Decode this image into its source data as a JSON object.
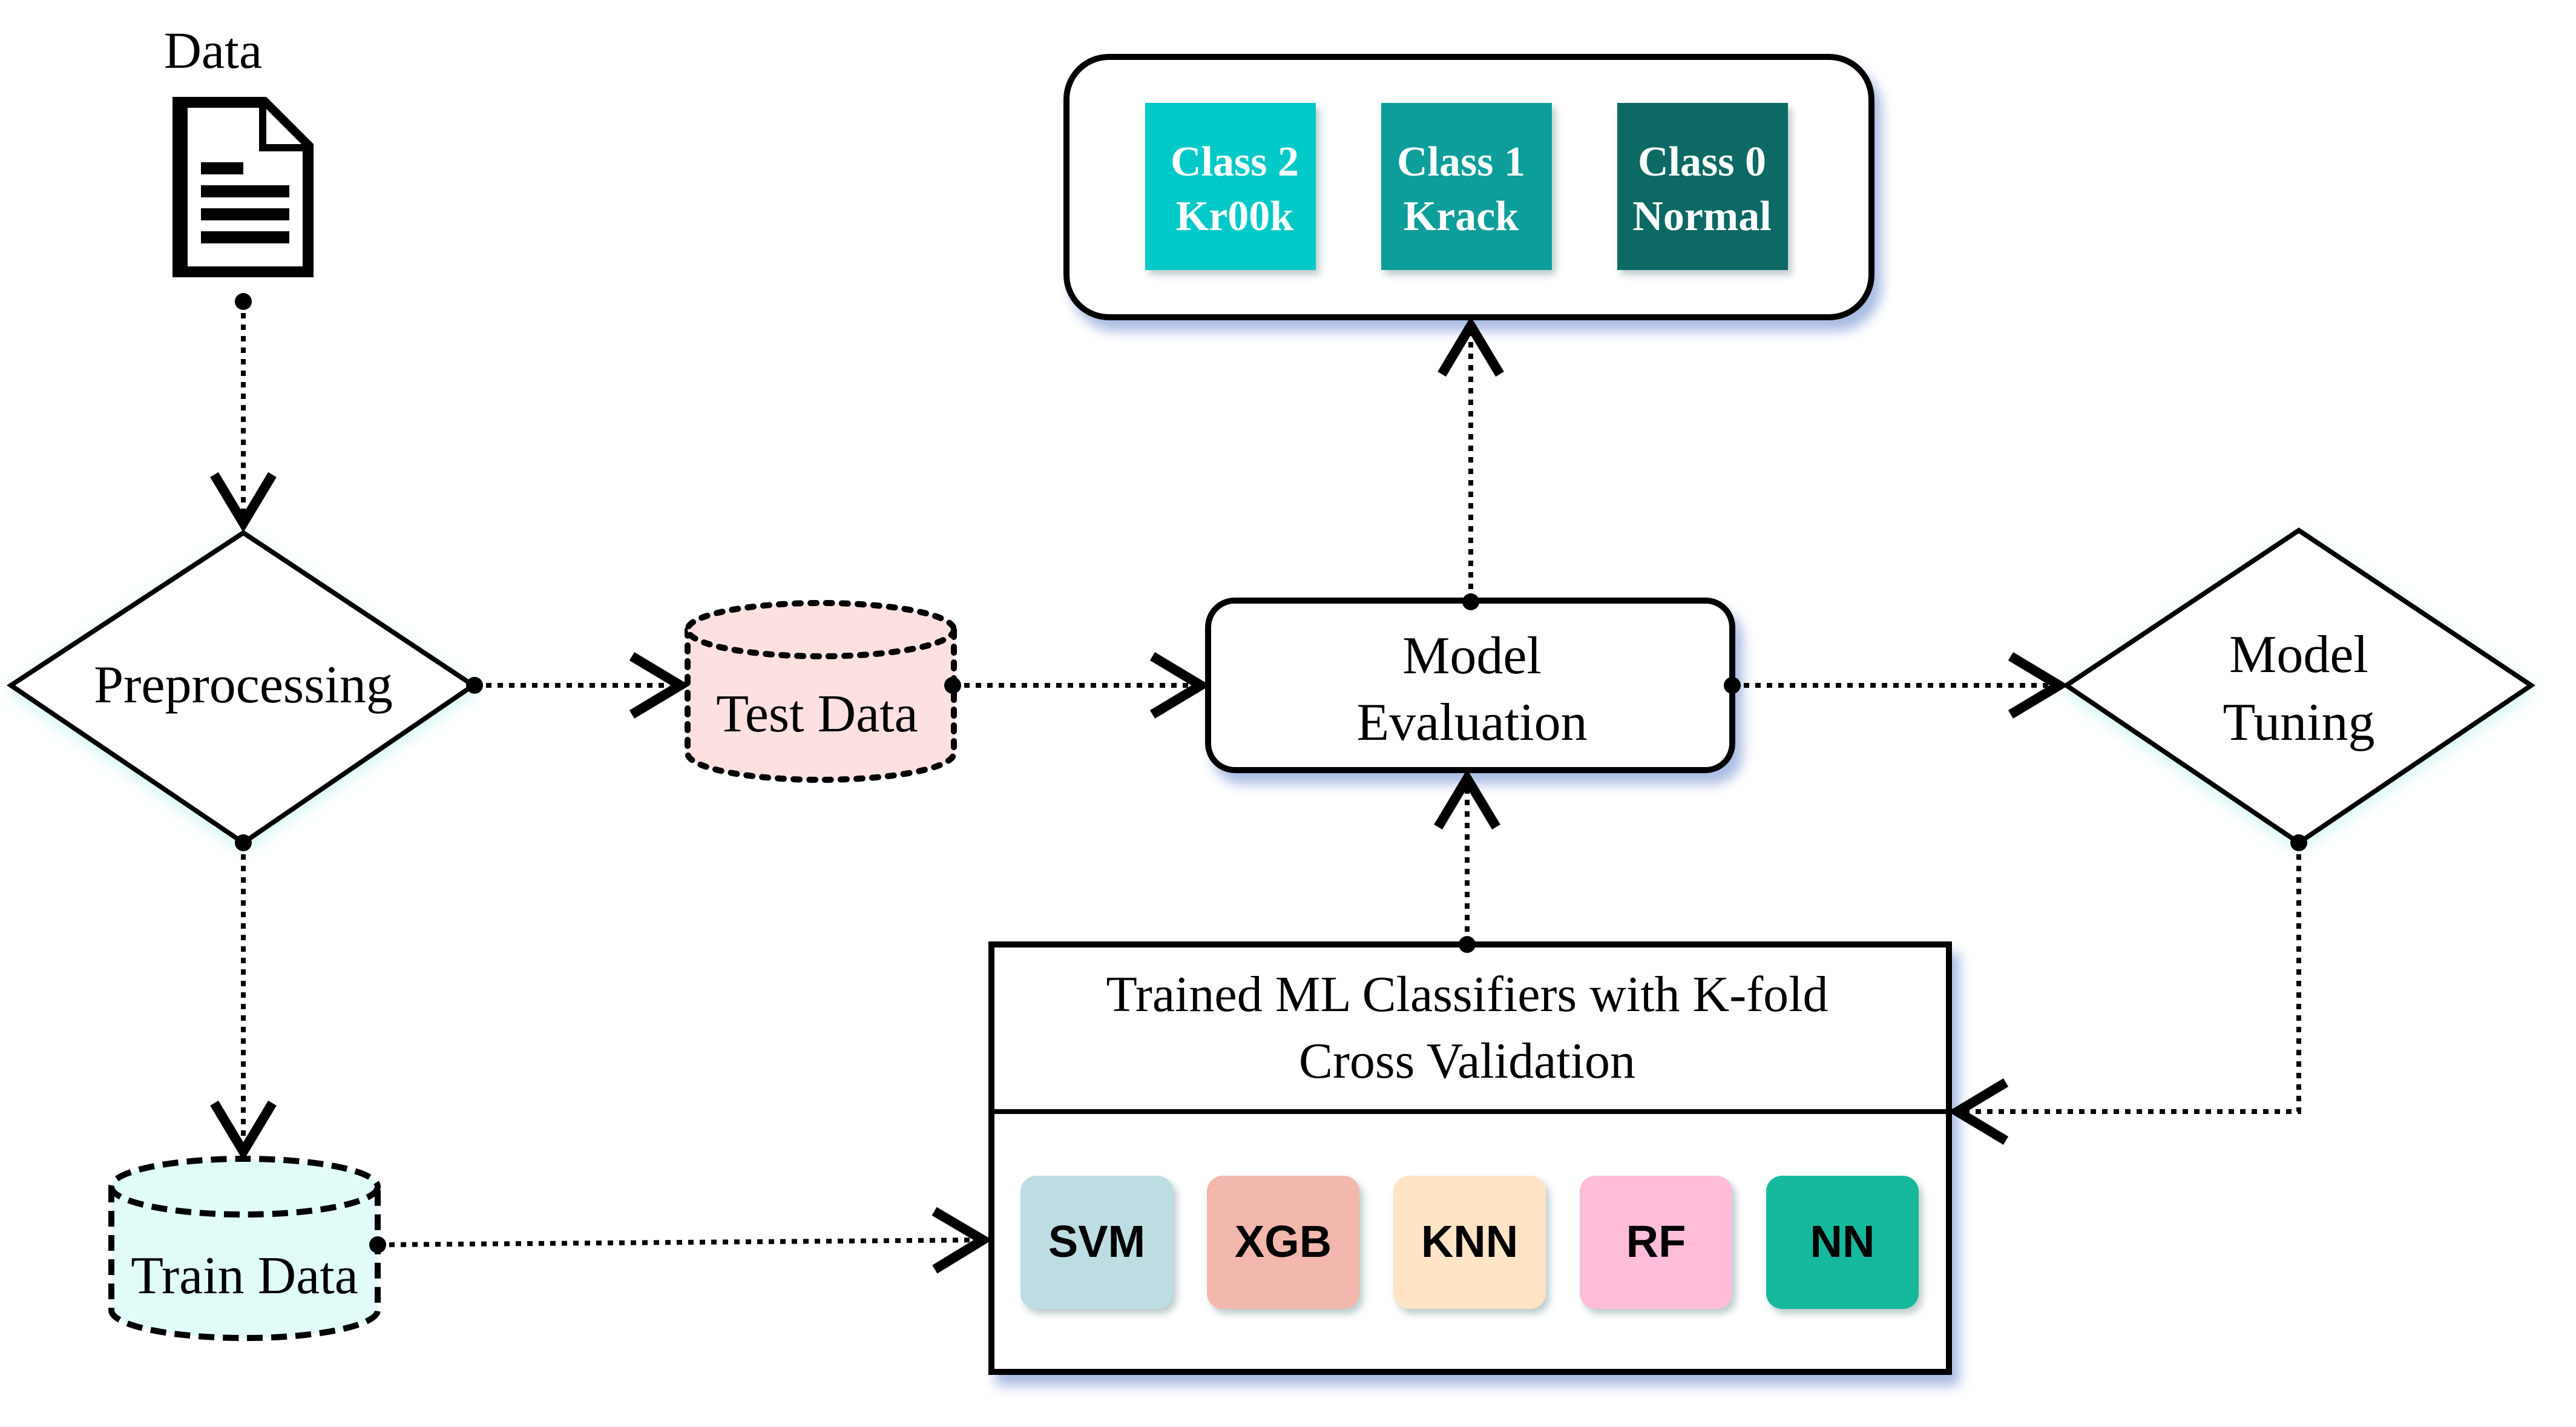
{
  "data_label": "Data",
  "nodes": {
    "preprocessing": "Preprocessing",
    "test_data": "Test Data",
    "train_data": "Train Data",
    "model_evaluation": [
      "Model",
      "Evaluation"
    ],
    "model_tuning": [
      "Model",
      "Tuning"
    ],
    "trained_classifiers": [
      "Trained ML Classifiers with K-fold",
      "Cross Validation"
    ]
  },
  "classes": [
    {
      "line1": "Class 2",
      "line2": "Kr00k",
      "color": "#00C9C8"
    },
    {
      "line1": "Class 1",
      "line2": "Krack",
      "color": "#0E9E9A"
    },
    {
      "line1": "Class 0",
      "line2": "Normal",
      "color": "#0A6963"
    }
  ],
  "classifiers": [
    {
      "label": "SVM",
      "color": "#BEDDE2"
    },
    {
      "label": "XGB",
      "color": "#F2B7AD"
    },
    {
      "label": "KNN",
      "color": "#FFE4C6"
    },
    {
      "label": "RF",
      "color": "#FFBDD9"
    },
    {
      "label": "NN",
      "color": "#12B99C"
    }
  ],
  "colors": {
    "stroke": "#000000",
    "test_data_fill": "#FDE1E1",
    "train_data_fill": "#E1FBF8",
    "shadow": "#9FB3DF"
  }
}
